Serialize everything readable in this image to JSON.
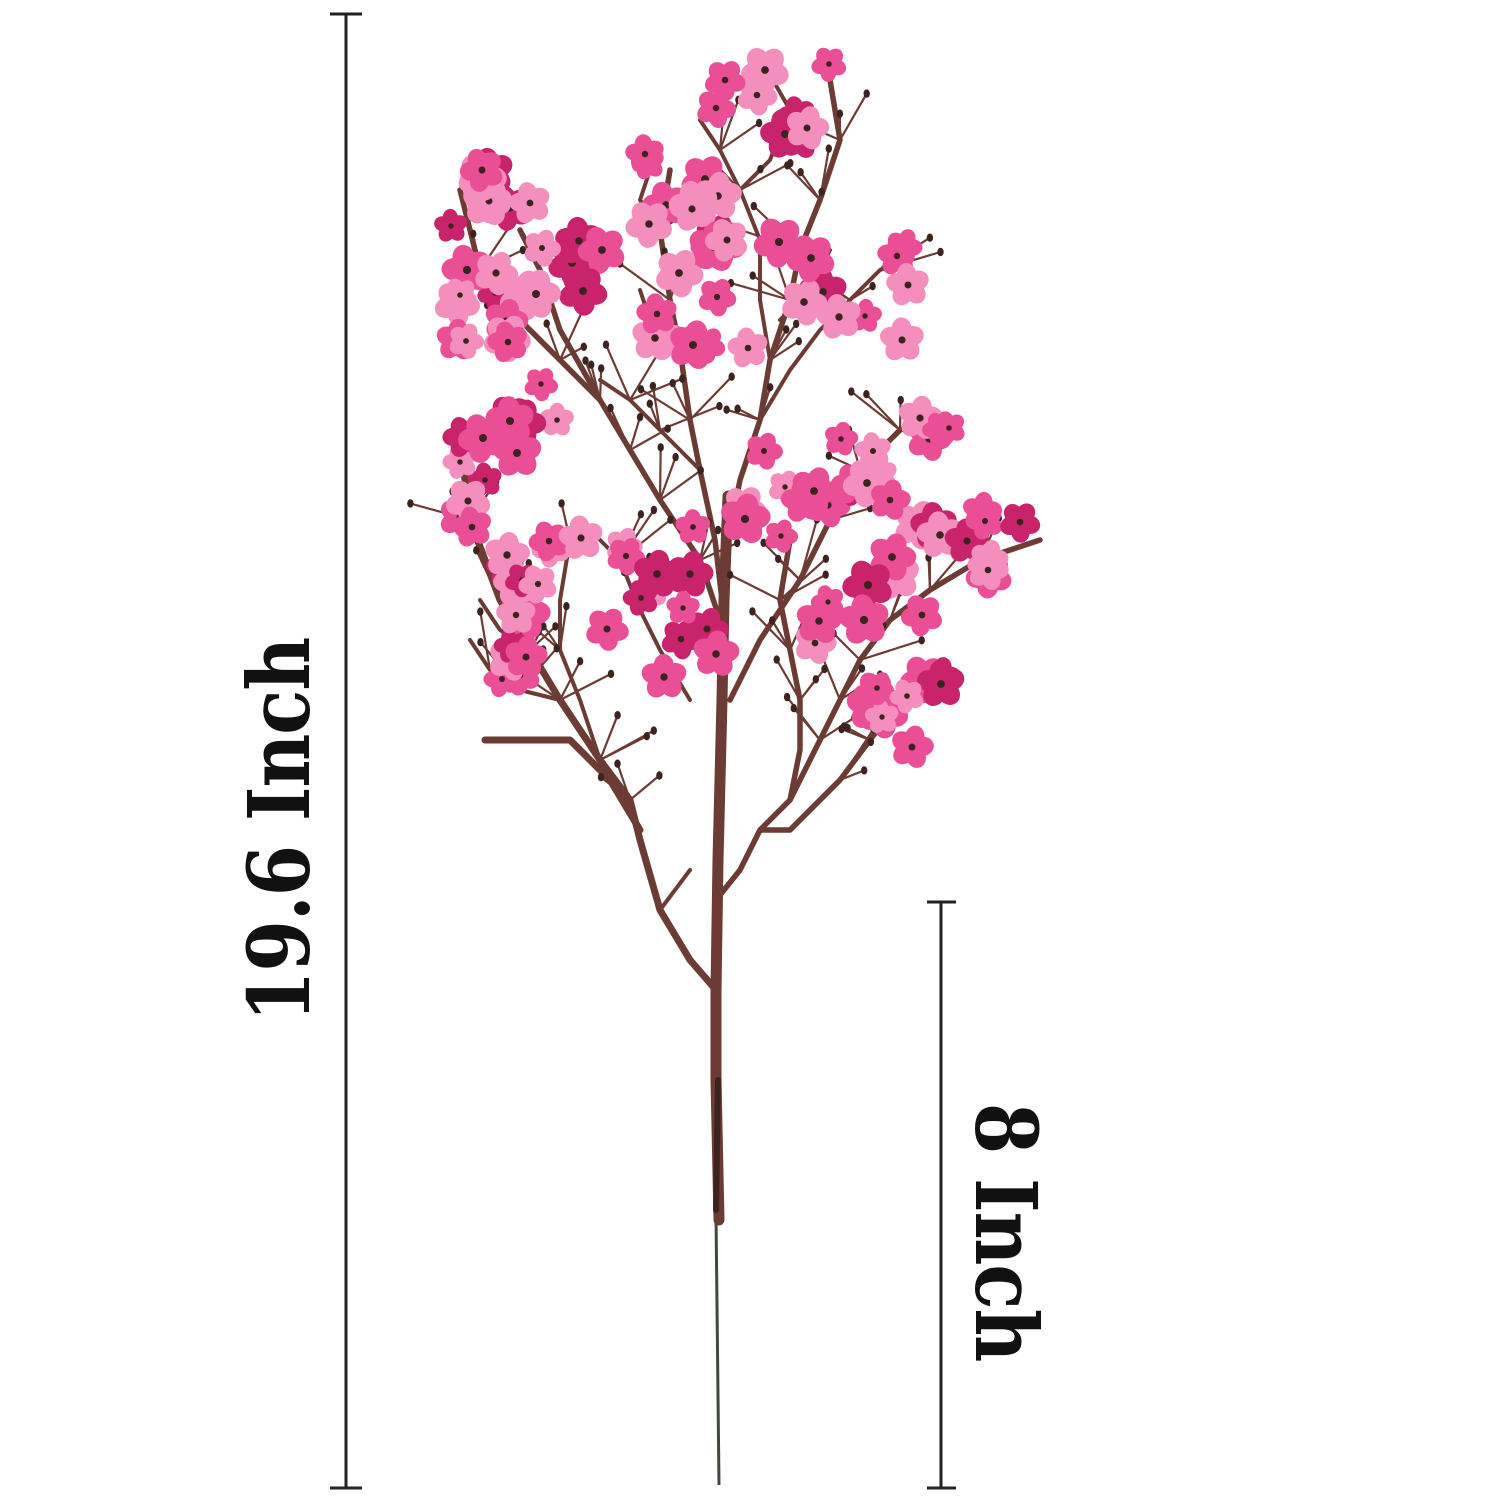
{
  "image": {
    "subject": "artificial pink blossom branch",
    "background_color": "#ffffff",
    "colors": {
      "petal": "#ea4f95",
      "petal_light": "#f48fbd",
      "petal_dark": "#c9246b",
      "stem": "#6b3b34",
      "stem_dark": "#3d2320",
      "wire": "#3f4a3c",
      "dimension_line": "#222222"
    }
  },
  "dimensions": {
    "total_height_label": "19.6 Inch",
    "stem_length_label": "8 Inch"
  }
}
